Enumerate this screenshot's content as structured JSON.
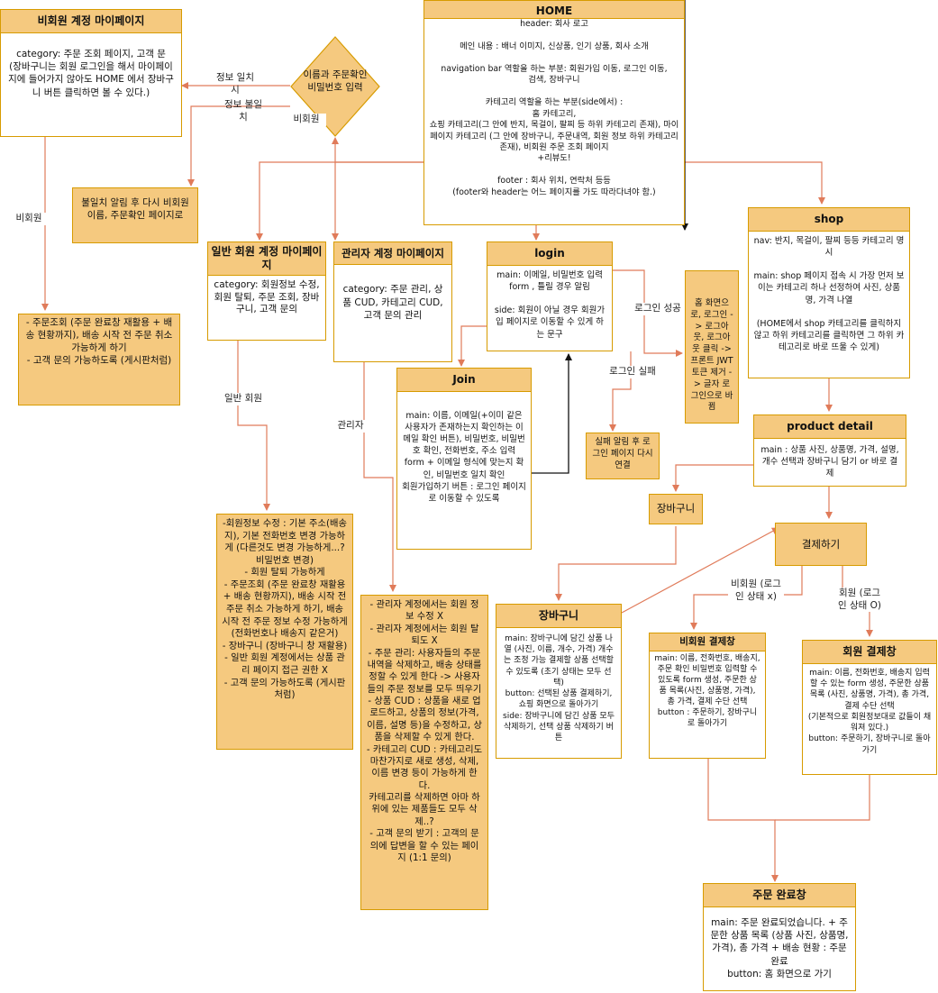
{
  "nodes": {
    "home": {
      "title": "HOME",
      "body": "header: 회사 로고\n\n메인 내용 : 배너 이미지, 신상품, 인기 상품, 회사 소개\n\nnavigation bar 역할을 하는 부분: 회원가입 이동, 로그인 이동,\n검색, 장바구니\n\n카테고리 역할을 하는 부분(side에서) :\n홈 카테고리,\n쇼핑 카테고리(그 안에 반지, 목걸이, 팔찌 등 하위 카테고리 존재), 마이페이지 카테고리 (그 안에 장바구니, 주문내역, 회원 정보 하위 카테고리 존재), 비회원 주문 조회 페이지\n+리뷰도!\n\nfooter : 회사 위치, 연락처 등등\n(footer와 header는 어느 페이지를 가도 따라다녀야 함.)"
    },
    "guest_mypage": {
      "title": "비회원 계정 마이페이지",
      "body": "category: 주문 조회 페이지, 고객 문\n(장바구니는 회원 로그인을 해서 마이페이지에 들어가지 않아도 HOME 에서 장바구니 버튼 클릭하면 볼 수 있다.)"
    },
    "diamond": {
      "text": "이름과 주문확인 비밀번호 입력"
    },
    "mismatch": {
      "text": "불일치 알림 후 다시 비회원 이름, 주문확인 페이지로"
    },
    "member_mypage": {
      "title": "일반 회원 계정 마이페이지",
      "body": "category: 회원정보 수정, 회원 탈퇴, 주문 조회, 장바구니, 고객 문의"
    },
    "admin_mypage": {
      "title": "관리자 계정 마이페이지",
      "body": "category: 주문 관리, 상품 CUD, 카테고리 CUD, 고객 문의 관리"
    },
    "login": {
      "title": "login",
      "body": "main: 이메일, 비밀번호 입력 form , 틀릴 경우 알림\n\nside: 회원이 아닐 경우 회원가입 페이지로 이동할 수 있게 하는 문구"
    },
    "join": {
      "title": "Join",
      "body": "main: 이름, 이메일(+이미 같은 사용자가 존재하는지 확인하는 이메일 확인 버튼), 비밀번호, 비밀번호 확인, 전화번호, 주소 입력 form + 이메일 형식에 맞는지 확인, 비밀번호 일치 확인\n회원가입하기 버튼 : 로그인 페이지로 이동할 수 있도록"
    },
    "login_success": {
      "text": "홈 화면으로, 로그인 -> 로그아웃, 로그아웃 클릭 -> 프론트 JWT 토큰 제거 -> 글자 로그인으로 바뀜"
    },
    "login_fail": {
      "text": "실패 알림 후 로그인 페이지 다시 연결"
    },
    "shop": {
      "title": "shop",
      "body": "nav: 반지, 목걸이, 팔찌 등등 카테고리 명시\n\nmain: shop 페이지 접속 시 가장 먼저 보이는 카테고리 하나 선정하여 사진, 상품명, 가격 나열\n\n(HOME에서 shop 카테고리를 클릭하지 않고 하위 카테고리를 클릭하면 그 하위 카테고리로 바로 뜨울 수 있게)"
    },
    "product_detail": {
      "title": "product detail",
      "body": "main : 상품 사진, 상품명, 가격, 설명, 개수 선택과 장바구니 담기 or 바로 결제"
    },
    "cart_small": {
      "text": "장바구니"
    },
    "pay": {
      "text": "결제하기"
    },
    "cart": {
      "title": "장바구니",
      "body": "main: 장바구니에 담긴 상품 나열 (사진, 이름, 개수, 가격) 개수는 조정 가능 결제할 상품 선택할 수 있도록 (초기 상태는 모두 선택)\nbutton: 선택된 상품 결제하기, 쇼핑 화면으로 돌아가기\nside: 장바구니에 담긴 상품 모두 삭제하기, 선택 상품 삭제하기 버튼"
    },
    "guest_pay": {
      "title": "비회원 결제창",
      "body": "main: 이름, 전화번호, 배송지, 주문 확인 비밀번호 입력할 수 있도록 form 생성, 주문한 상품 목록(사진, 상품명, 가격), 총 가격, 결제 수단 선택\nbutton : 주문하기, 장바구니로 돌아가기"
    },
    "member_pay": {
      "title": "회원 결제창",
      "body": "main: 이름, 전화번호, 배송지 입력할 수 있는 form 생성, 주문한 상품 목록 (사진, 상품명, 가격), 총 가격, 결제 수단 선택\n(기본적으로 회원정보대로 값들이 채워져 있다.)\nbutton: 주문하기, 장바구니로 돌아가기"
    },
    "order_done": {
      "title": "주문 완료창",
      "body": "main: 주문 완료되었습니다. + 주문한 상품 목록 (상품 사진, 상품명, 가격), 총 가격 + 배송 현황 : 주문 완료\nbutton: 홈 화면으로 가기"
    },
    "guest_detail": {
      "text": "- 주문조회 (주문 완료창 재활용 + 배송 현황까지), 배송 시작 전 주문 취소 가능하게 하기\n- 고객 문의 가능하도록 (게시판처럼)"
    },
    "member_detail": {
      "text": "-회원정보 수정 : 기본 주소(배송지), 기본 전화번호 변경 가능하게 (다른것도 변경 가능하게...? 비밀번호 변경)\n- 회원 탈퇴 가능하게\n- 주문조회 (주문 완료창 재활용 + 배송 현황까지), 배송 시작 전 주문 취소 가능하게 하기, 배송 시작 전 주문 정보 수정 가능하게 (전화번호나 배송지 같은거)\n- 장바구니 (장바구니 창 재활용)\n- 일반 회원 계정에서는 상품 관리 페이지 접근 권한 X\n- 고객 문의 가능하도록 (게시판처럼)"
    },
    "admin_detail": {
      "text": "- 관리자 계정에서는 회원 정보 수정 X\n- 관리자 계정에서는 회원 탈퇴도 X\n- 주문 관리: 사용자들의 주문 내역을 삭제하고, 배송 상태를 정할 수 있게 한다 -> 사용자들의 주문 정보를 모두 띄우기\n- 상품 CUD : 상품을 새로 업로드하고, 상품의 정보(가격, 이름, 설명 등)을 수정하고, 상품을 삭제할 수 있게 한다.\n- 카테고리 CUD : 카테고리도 마찬가지로 새로 생성, 삭제, 이름 변경 등이 가능하게 한다.\n카테고리를 삭제하면 아마 하위에 있는 제품들도 모두 삭제..?\n- 고객 문의 받기 : 고객의 문의에 답변을 할 수 있는 페이지 (1:1 문의)"
    }
  },
  "edge_labels": {
    "match": "정보 일치\n시",
    "mismatch": "정보 불일\n치",
    "guest": "비회원",
    "guest_side": "비회원",
    "member": "일반 회원",
    "admin": "관리자",
    "login_ok": "로그인 성공",
    "login_fail": "로그인 실패",
    "guest_state": "비회원 (로그\n인 상태 x)",
    "member_state": "회원 (로그\n인 상태 O)"
  },
  "colors": {
    "fill": "#f5c97f",
    "stroke": "#d79b00",
    "edge": "#e07b5a",
    "dark_edge": "#111111"
  }
}
